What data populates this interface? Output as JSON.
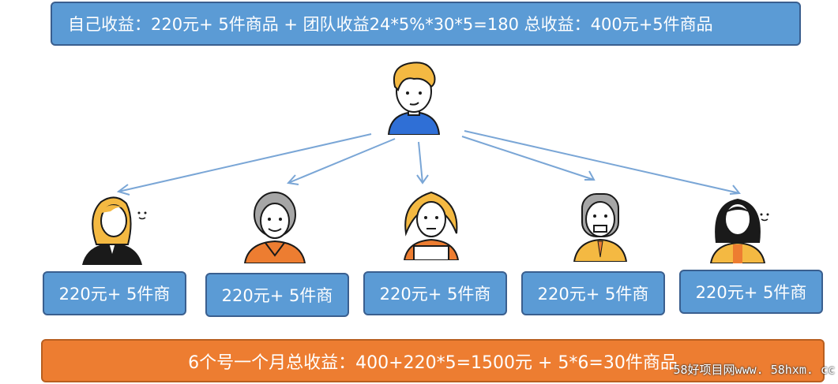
{
  "header": {
    "text": "自己收益：220元+ 5件商品  +    团队收益24*5%*30*5=180    总收益：400元+5件商品"
  },
  "members": [
    {
      "label": "220元+ 5件商"
    },
    {
      "label": "220元+ 5件商"
    },
    {
      "label": "220元+ 5件商"
    },
    {
      "label": "220元+ 5件商"
    },
    {
      "label": "220元+ 5件商"
    }
  ],
  "footer": {
    "text": "6个号一个月总收益：400+220*5=1500元  + 5*6=30件商品"
  },
  "watermark": {
    "text": "58好项目网www. 58hxm. cc"
  },
  "colors": {
    "box_blue": "#5b9bd5",
    "box_orange": "#ed7d31",
    "arrow": "#7aa6d6"
  }
}
